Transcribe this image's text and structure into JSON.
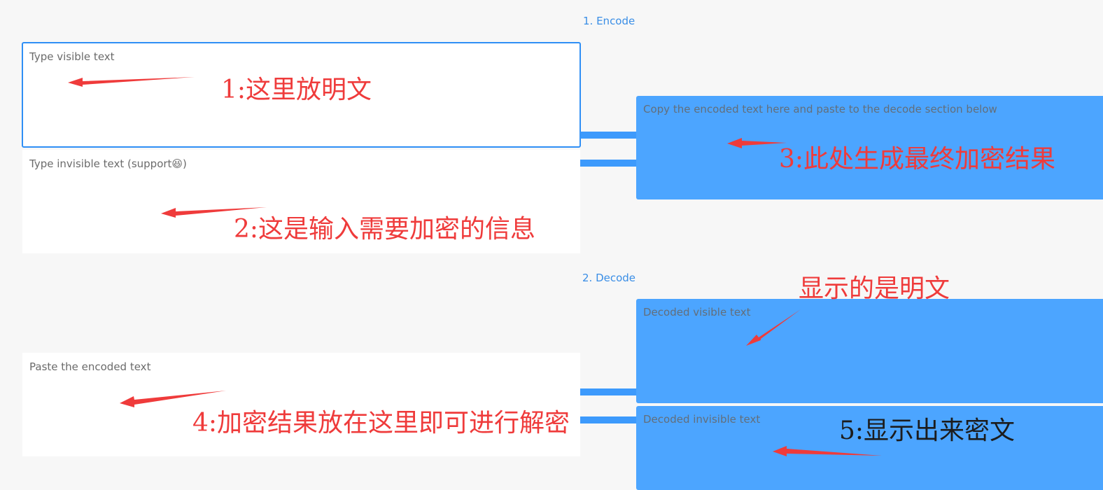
{
  "encode": {
    "section_label": "1. Encode",
    "visible_placeholder": "Type visible text",
    "invisible_placeholder": "Type invisible text (support😆)",
    "output_placeholder": "Copy the encoded text here and paste to the decode section below"
  },
  "decode": {
    "section_label": "2. Decode",
    "input_placeholder": "Paste the encoded text",
    "visible_output_placeholder": "Decoded visible text",
    "invisible_output_placeholder": "Decoded invisible text"
  },
  "annotations": {
    "a1": "1:这里放明文",
    "a2": "2:这是输入需要加密的信息",
    "a3": "3:此处生成最终加密结果",
    "a4": "4:加密结果放在这里即可进行解密",
    "a5": "5:显示出来密文",
    "a6": "显示的是明文"
  },
  "colors": {
    "accent": "#2f8ff5",
    "output_fill": "#4ca5ff",
    "annotation_red": "#ef3b3b"
  }
}
